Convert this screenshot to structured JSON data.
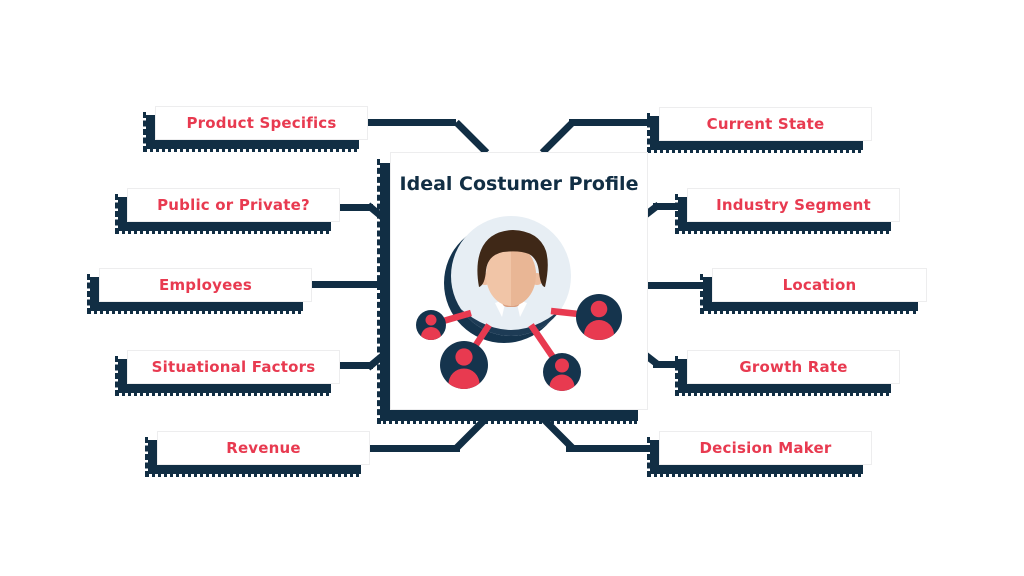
{
  "title": {
    "text": "Ideal Costumer Profile"
  },
  "left_items": [
    {
      "label": "Product Specifics"
    },
    {
      "label": "Public or Private?"
    },
    {
      "label": "Employees"
    },
    {
      "label": "Situational Factors"
    },
    {
      "label": "Revenue"
    }
  ],
  "right_items": [
    {
      "label": "Current State"
    },
    {
      "label": "Industry Segment"
    },
    {
      "label": "Location"
    },
    {
      "label": "Growth Rate"
    },
    {
      "label": "Decision Maker"
    }
  ],
  "colors": {
    "background": "#ffffff",
    "navy": "#112e44",
    "red": "#e83a50",
    "avatar_circle": "#e7eef4",
    "hair": "#3f2817",
    "skin": "#f1c5a7",
    "skin_shade": "#e9b695",
    "neck": "#d89e80"
  },
  "illustration": {
    "name": "customer-network-illustration",
    "node_count": 4
  }
}
